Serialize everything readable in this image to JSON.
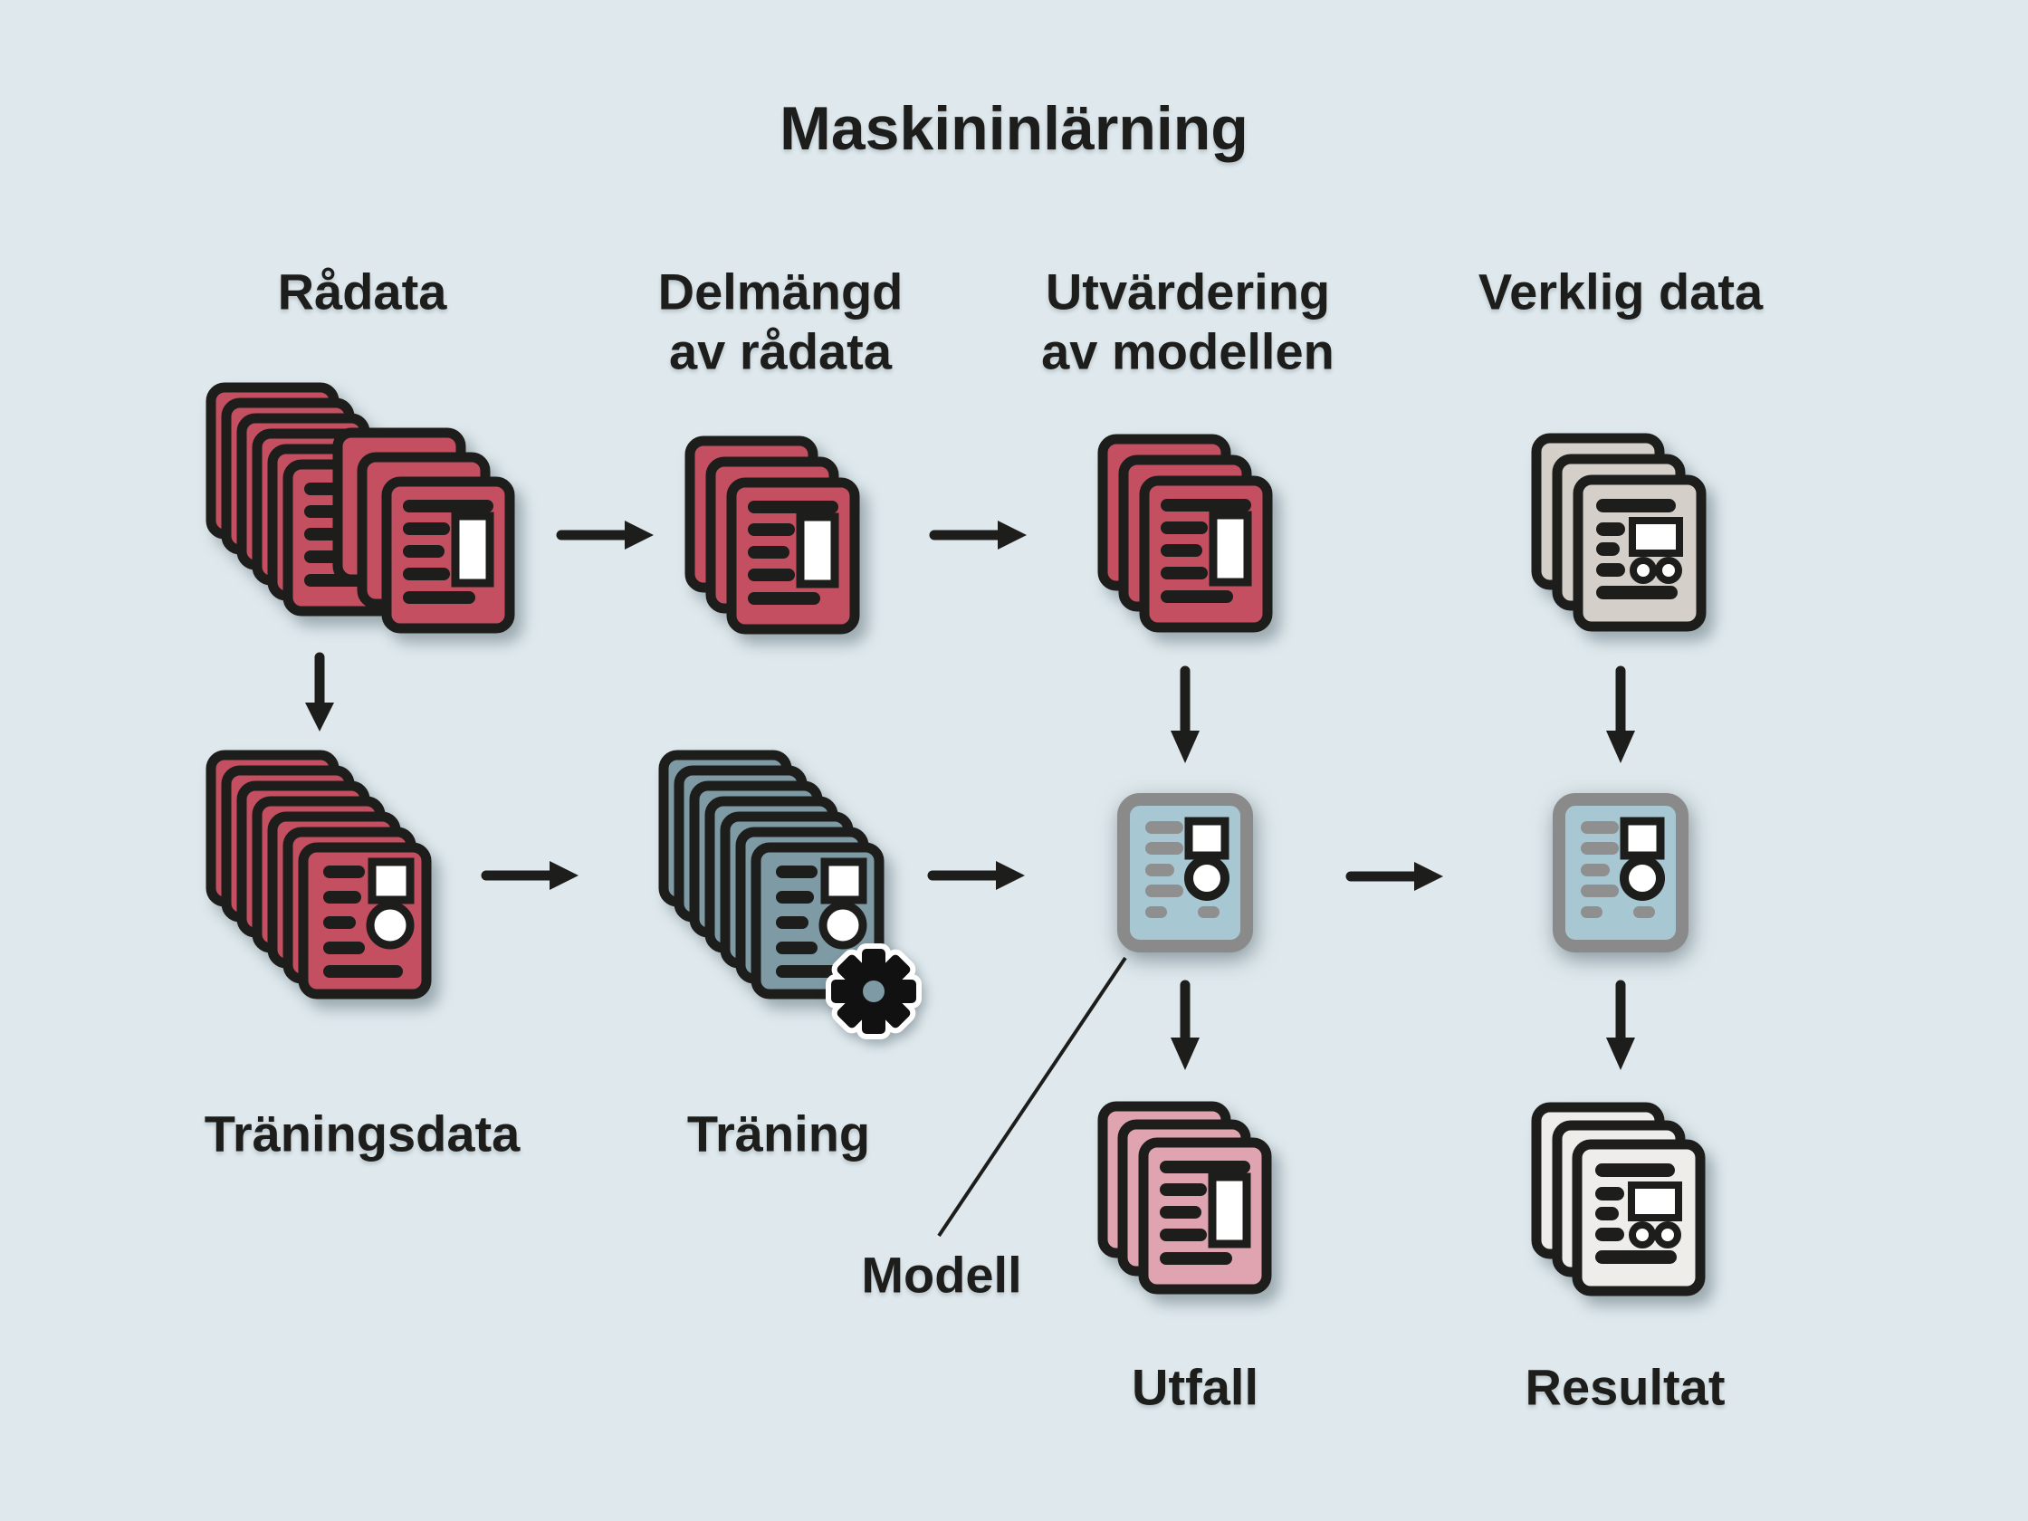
{
  "title": "Maskininlärning",
  "headers": {
    "raw": "Rådata",
    "subset_line1": "Delmängd",
    "subset_line2": "av rådata",
    "evaluation_line1": "Utvärdering",
    "evaluation_line2": "av modellen",
    "real": "Verklig data"
  },
  "labels": {
    "training_data": "Träningsdata",
    "training": "Träning",
    "model": "Modell",
    "outcome": "Utfall",
    "result": "Resultat"
  },
  "colors": {
    "bg": "#dfe9ed",
    "ink": "#1d1d1b",
    "doc_red": "#c34f60",
    "doc_pink": "#dfa4b0",
    "doc_blue": "#7e9aa4",
    "doc_gray": "#d4d0c9",
    "doc_white": "#eeedea",
    "model_fill": "#a7c7d2",
    "model_border": "#8a8a8a",
    "model_bars": "#8f8f8f",
    "paper_white": "#ffffff"
  },
  "icons": {
    "document_stack": "stacked-documents-icon",
    "gear": "gear-icon",
    "arrow": "arrow-icon",
    "model_card": "model-document-icon"
  },
  "flow": [
    {
      "from": "Rådata",
      "to": "Delmängd av rådata"
    },
    {
      "from": "Delmängd av rådata",
      "to": "Utvärdering av modellen"
    },
    {
      "from": "Rådata",
      "to": "Träningsdata"
    },
    {
      "from": "Träningsdata",
      "to": "Träning"
    },
    {
      "from": "Träning",
      "to": "Modell"
    },
    {
      "from": "Utvärdering av modellen",
      "to": "Modell"
    },
    {
      "from": "Modell",
      "to": "Utfall"
    },
    {
      "from": "Verklig data",
      "to": "Modell"
    },
    {
      "from": "Modell",
      "to": "Resultat"
    }
  ]
}
